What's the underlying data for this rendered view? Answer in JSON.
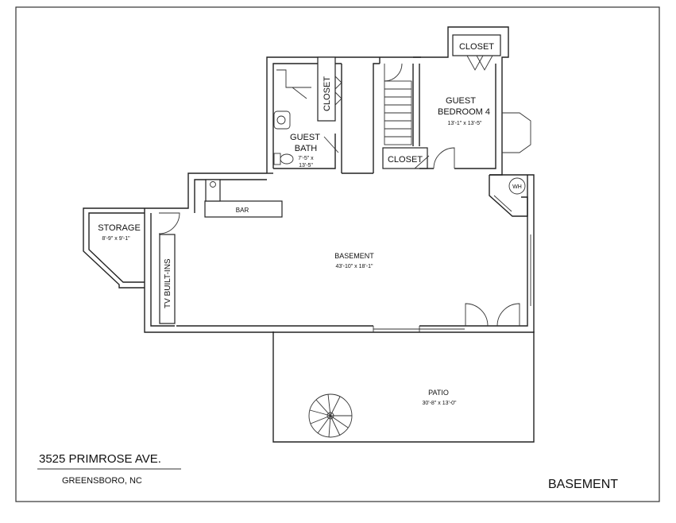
{
  "rooms": {
    "closet_top": {
      "name": "CLOSET"
    },
    "closet_bath": {
      "name": "CLOSET"
    },
    "closet_stair": {
      "name": "CLOSET"
    },
    "guest_bedroom": {
      "name_line1": "GUEST",
      "name_line2": "BEDROOM 4",
      "dims": "13'-1\" x 13'-5\""
    },
    "guest_bath": {
      "name_line1": "GUEST",
      "name_line2": "BATH",
      "dims_line1": "7'-5\" x",
      "dims_line2": "13'-5\""
    },
    "bar": {
      "name": "BAR"
    },
    "storage": {
      "name": "STORAGE",
      "dims": "8'-9\" x 9'-1\""
    },
    "basement": {
      "name": "BASEMENT",
      "dims": "43'-10\" x 18'-1\""
    },
    "tv": {
      "name": "TV BUILT-INS"
    },
    "patio": {
      "name": "PATIO",
      "dims": "30'-8\" x 13'-0\""
    },
    "water_heater": {
      "name": "WH"
    }
  },
  "title_block": {
    "address": "3525 PRIMROSE AVE.",
    "city": "GREENSBORO, NC",
    "sheet": "BASEMENT"
  }
}
